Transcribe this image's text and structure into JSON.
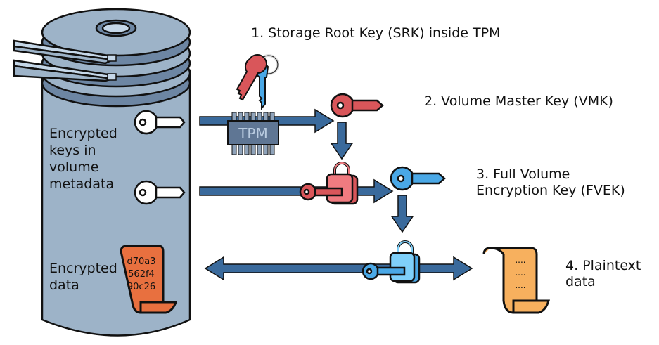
{
  "steps": {
    "step1": "1. Storage Root Key (SRK) inside TPM",
    "step2": "2. Volume Master Key (VMK)",
    "step3_line1": "3. Full Volume",
    "step3_line2": "Encryption Key (FVEK)",
    "step4_line1": "4. Plaintext",
    "step4_line2": "data"
  },
  "disk": {
    "keys_label": [
      "Encrypted",
      "keys in",
      "volume",
      "metadata"
    ],
    "data_label": [
      "Encrypted",
      "data"
    ],
    "cipher_lines": [
      "d70a3",
      "562f4",
      "90c26"
    ]
  },
  "tpm": {
    "label": "TPM"
  },
  "plaintext": {
    "lines": [
      "....",
      "....",
      "...."
    ]
  },
  "colors": {
    "disk_body": "#9db3c8",
    "disk_dark": "#6d86a3",
    "arrow": "#3a6a9c",
    "vmk_red": "#d9565a",
    "fvek_blue": "#4aa8e6",
    "cipher_scroll": "#e8703f",
    "plain_scroll": "#f7b05e",
    "tpm_chip": "#5f7694"
  }
}
